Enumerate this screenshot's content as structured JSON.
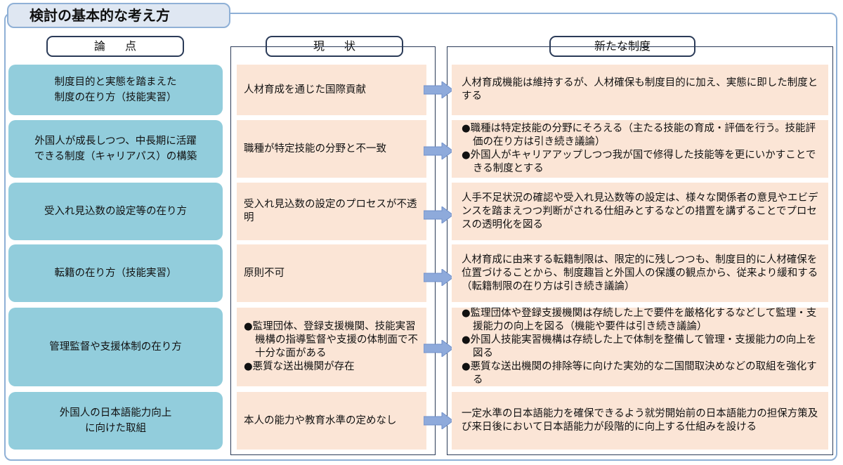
{
  "title": "検討の基本的な考え方",
  "headers": {
    "issue": "論点",
    "status": "現状",
    "new_system": "新たな制度"
  },
  "rows": [
    {
      "issue": [
        "制度目的と実態を踏まえた",
        "制度の在り方（技能実習）"
      ],
      "status": [
        "人材育成を通じた国際貢献"
      ],
      "new_system": [
        "人材育成機能は維持するが、人材確保も制度目的に加え、実態に即した制度とする"
      ]
    },
    {
      "issue": [
        "外国人が成長しつつ、中長期に活躍",
        "できる制度（キャリアパス）の構築"
      ],
      "status": [
        "職種が特定技能の分野と不一致"
      ],
      "new_system": [
        "●職種は特定技能の分野にそろえる（主たる技能の育成・評価を行う。技能評価の在り方は引き続き議論）",
        "●外国人がキャリアアップしつつ我が国で修得した技能等を更にいかすことできる制度とする"
      ]
    },
    {
      "issue": [
        "受入れ見込数の設定等の在り方"
      ],
      "status": [
        "受入れ見込数の設定のプロセスが不透明"
      ],
      "new_system": [
        "人手不足状況の確認や受入れ見込数等の設定は、様々な関係者の意見やエビデンスを踏まえつつ判断がされる仕組みとするなどの措置を講ずることでプロセスの透明化を図る"
      ]
    },
    {
      "issue": [
        "転籍の在り方（技能実習）"
      ],
      "status": [
        "原則不可"
      ],
      "new_system": [
        "人材育成に由来する転籍制限は、限定的に残しつつも、制度目的に人材確保を位置づけることから、制度趣旨と外国人の保護の観点から、従来より緩和する（転籍制限の在り方は引き続き議論）"
      ]
    },
    {
      "issue": [
        "管理監督や支援体制の在り方"
      ],
      "status": [
        "●監理団体、登録支援機関、技能実習機構の指導監督や支援の体制面で不十分な面がある",
        "●悪質な送出機関が存在"
      ],
      "new_system": [
        "●監理団体や登録支援機関は存続した上で要件を厳格化するなどして監理・支援能力の向上を図る（機能や要件は引き続き議論）",
        "●外国人技能実習機構は存続した上で体制を整備して管理・支援能力の向上を図る",
        "●悪質な送出機関の排除等に向けた実効的な二国間取決めなどの取組を強化する"
      ]
    },
    {
      "issue": [
        "外国人の日本語能力向上",
        "に向けた取組"
      ],
      "status": [
        "本人の能力や教育水準の定めなし"
      ],
      "new_system": [
        "一定水準の日本語能力を確保できるよう就労開始前の日本語能力の担保方策及び来日後において日本語能力が段階的に向上する仕組みを設ける"
      ]
    }
  ]
}
